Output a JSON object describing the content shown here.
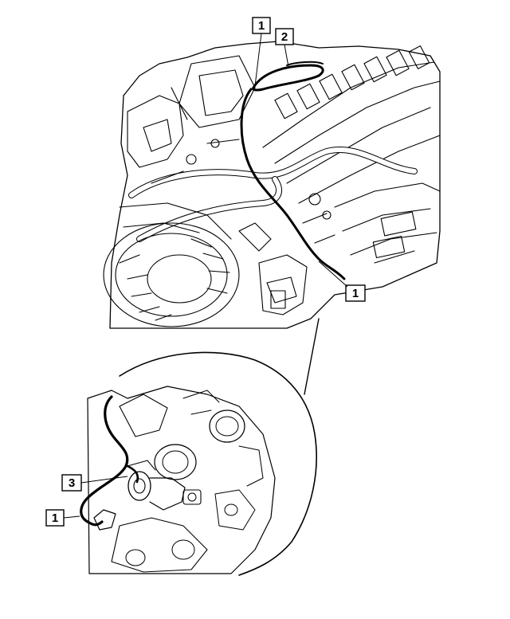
{
  "callouts": [
    {
      "id": "c1",
      "label": "1"
    },
    {
      "id": "c2",
      "label": "2"
    },
    {
      "id": "c3",
      "label": "1"
    },
    {
      "id": "c4",
      "label": "3"
    },
    {
      "id": "c5",
      "label": "1"
    }
  ],
  "colors": {
    "line": "#000000",
    "background": "#ffffff"
  }
}
